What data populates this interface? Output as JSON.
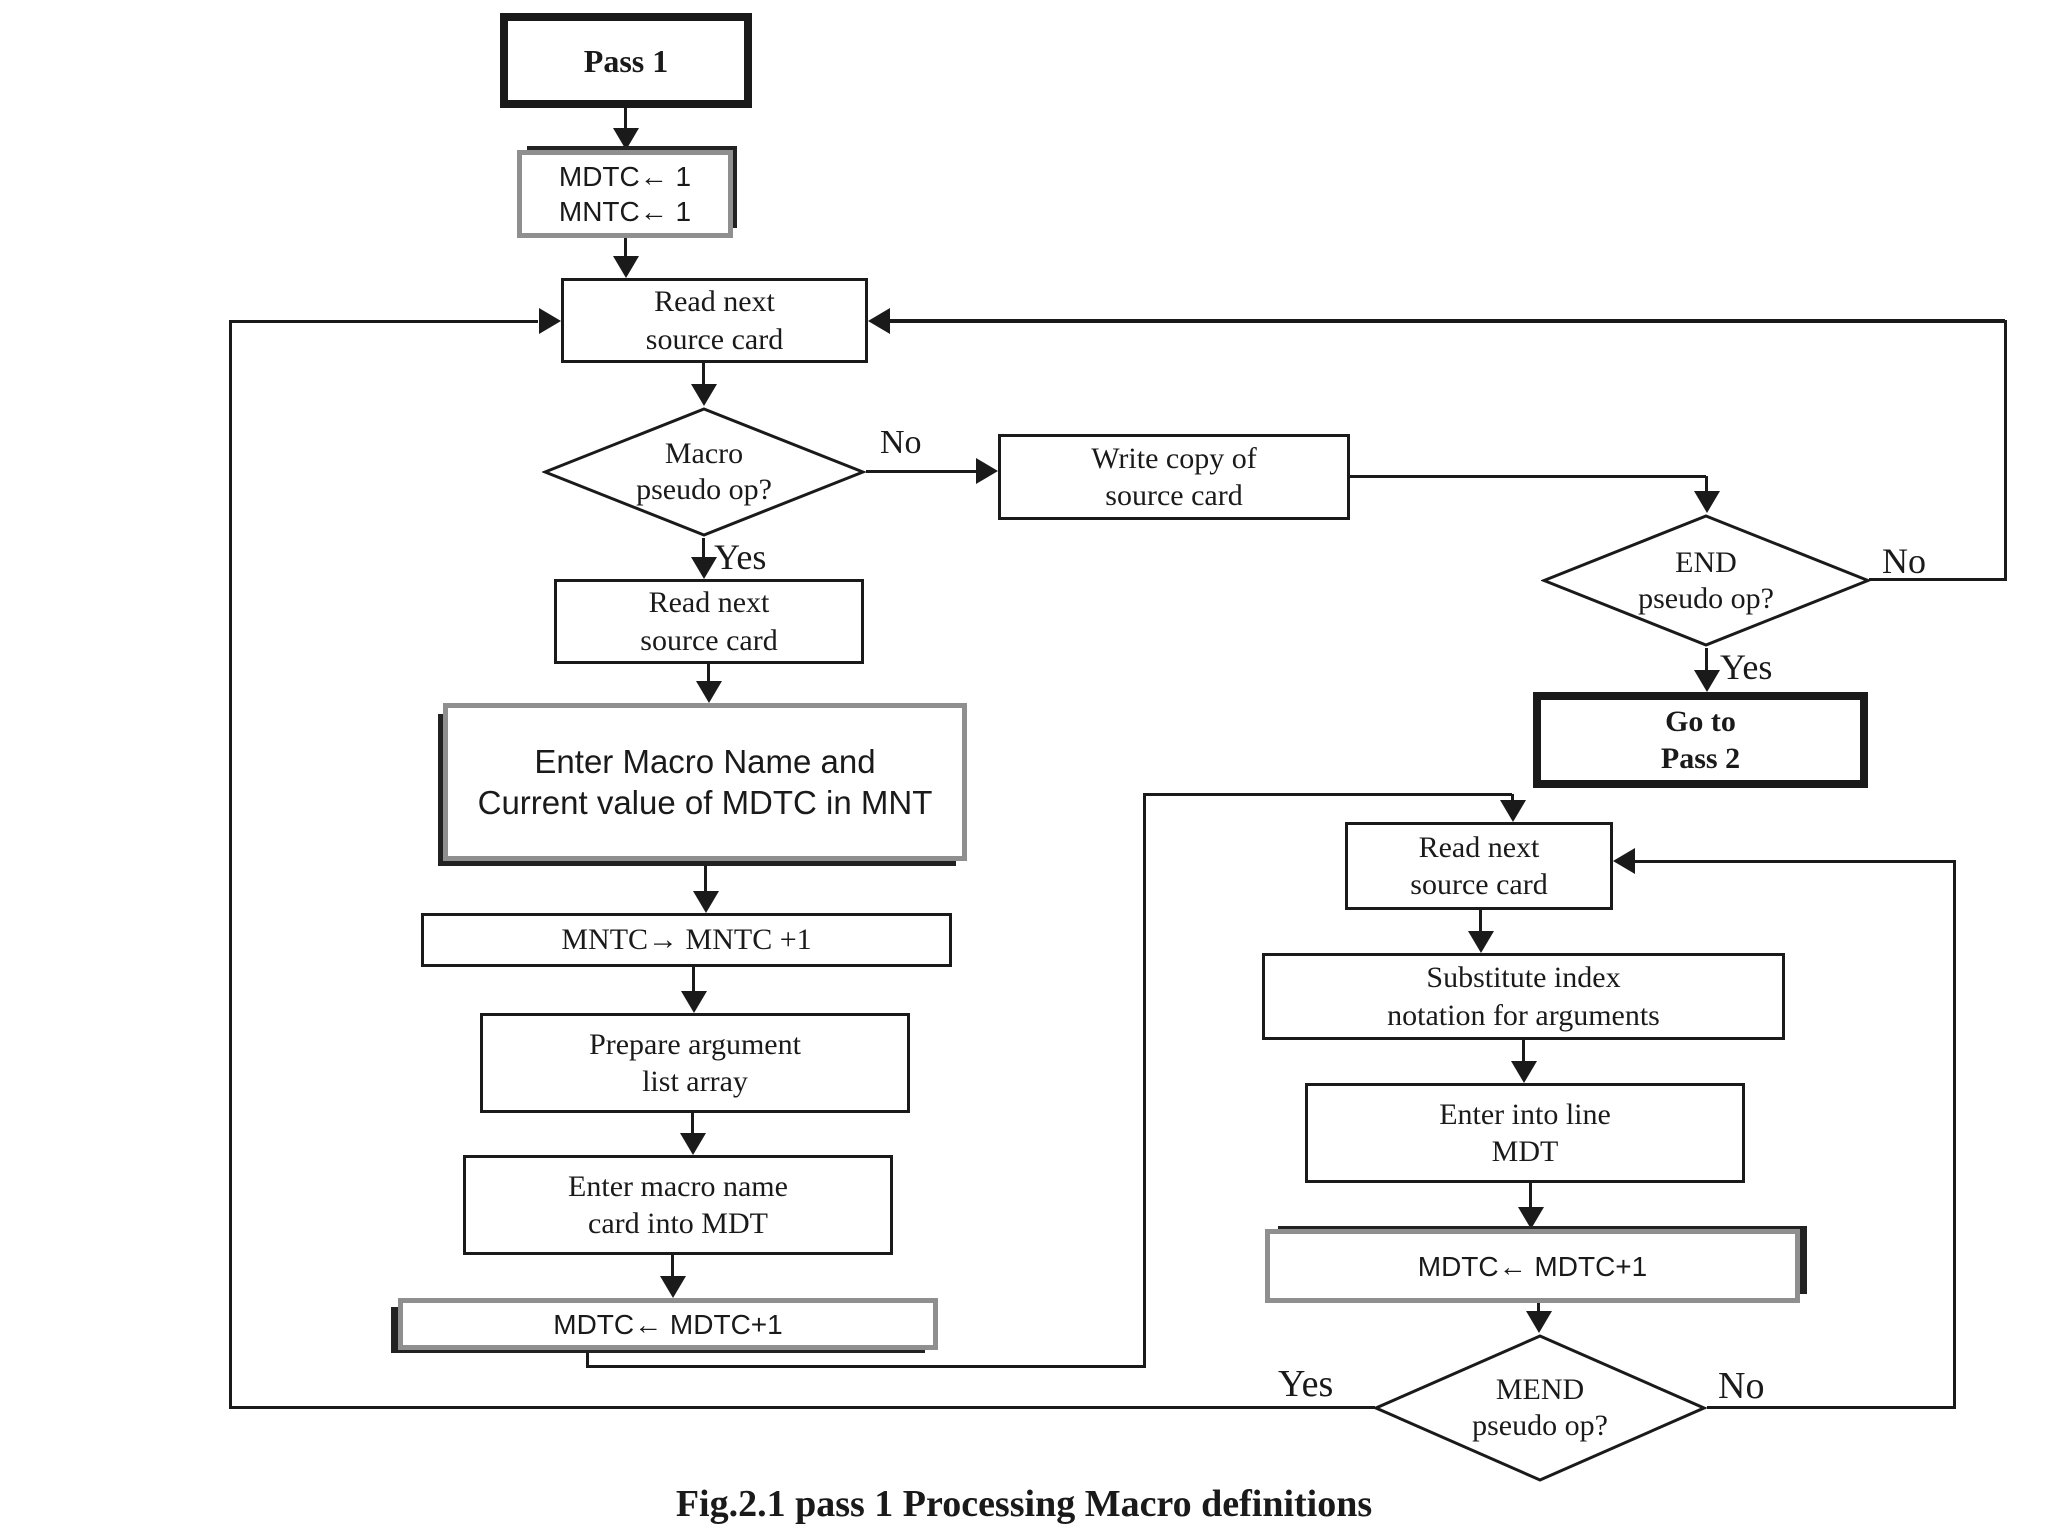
{
  "title": "Fig.2.1  pass 1 Processing Macro definitions",
  "nodes": {
    "pass1": {
      "line1": "Pass 1"
    },
    "init_counters": {
      "line1": "MDTC← 1",
      "line2": "MNTC← 1"
    },
    "read_next_1": {
      "line1": "Read next",
      "line2": "source card"
    },
    "macro_pseudo_op": {
      "line1": "Macro",
      "line2": "pseudo op?"
    },
    "write_copy": {
      "line1": "Write copy of",
      "line2": "source card"
    },
    "end_pseudo_op": {
      "line1": "END",
      "line2": "pseudo op?"
    },
    "goto_pass2": {
      "line1": "Go to",
      "line2": "Pass 2"
    },
    "read_next_2": {
      "line1": "Read next",
      "line2": "source card"
    },
    "enter_macro_name": {
      "line1": "Enter Macro Name and",
      "line2": "Current value of MDTC in MNT"
    },
    "increment_mntc": {
      "line1": "MNTC→  MNTC +1"
    },
    "prepare_argument": {
      "line1": "Prepare argument",
      "line2": "list array"
    },
    "enter_name_card": {
      "line1": "Enter macro name",
      "line2": "card into MDT"
    },
    "increment_mdtc_1": {
      "line1": "MDTC← MDTC+1"
    },
    "read_next_3": {
      "line1": "Read next",
      "line2": "source card"
    },
    "substitute_index": {
      "line1": "Substitute index",
      "line2": "notation for arguments"
    },
    "enter_into_mdt": {
      "line1": "Enter into line",
      "line2": "MDT"
    },
    "increment_mdtc_2": {
      "line1": "MDTC← MDTC+1"
    },
    "mend_pseudo_op": {
      "line1": "MEND",
      "line2": "pseudo op?"
    }
  },
  "edge_labels": {
    "macro_no": "No",
    "macro_yes": "Yes",
    "end_no": "No",
    "end_yes": "Yes",
    "mend_yes": "Yes",
    "mend_no": "No"
  },
  "colors": {
    "background": "#ffffff",
    "line": "#1a1a1a",
    "box_border": "#1a1a1a",
    "gray_border": "#8f8f8f",
    "text": "#1a1a1a"
  }
}
